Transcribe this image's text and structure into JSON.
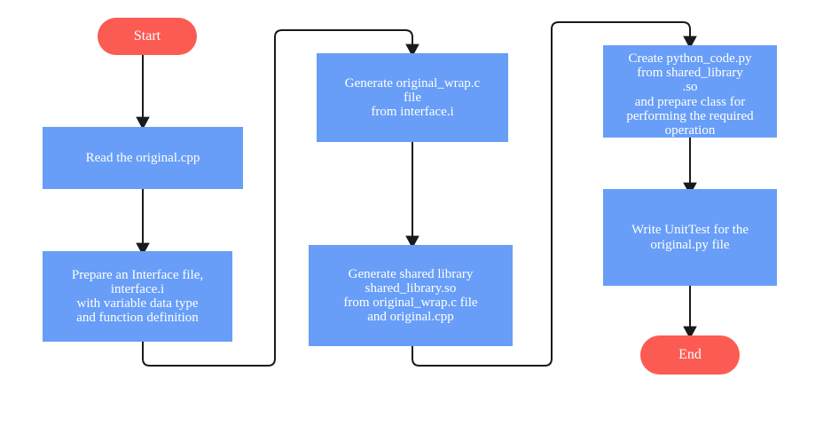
{
  "diagram": {
    "title": "SWIG C++ to Python wrapping workflow flowchart",
    "colors": {
      "process_fill": "#689ef7",
      "terminator_fill": "#fb5b52",
      "text": "#ffffff",
      "connector": "#1a1a1a",
      "background": "#ffffff"
    },
    "nodes": {
      "start": "Start",
      "read_original": "Read the original.cpp",
      "prepare_interface": "Prepare an Interface file,\ninterface.i\nwith variable data type\nand function definition",
      "generate_wrap": "Generate original_wrap.c\nfile\nfrom interface.i",
      "generate_shared_library": "Generate shared library\nshared_library.so\nfrom original_wrap.c file\nand original.cpp",
      "create_python_code": "Create python_code.py\nfrom   shared_library\n.so\nand prepare class for\nperforming the required\noperation",
      "write_unittest": "Write UnitTest for the\noriginal.py file",
      "end": "End"
    }
  }
}
